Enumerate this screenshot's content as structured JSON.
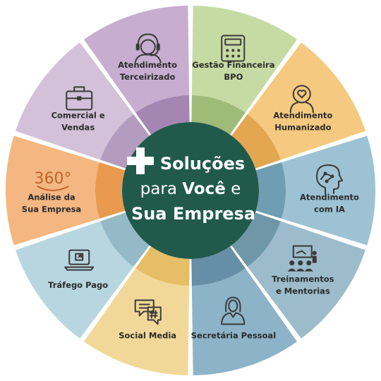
{
  "center": {
    "line1": "Soluções",
    "line2_prefix": "para ",
    "line2_bold": "Você",
    "line2_suffix": " e",
    "line3": "Sua Empresa",
    "color": "#215a4a",
    "plus_color": "#ffffff"
  },
  "segments": [
    {
      "id": "gestao",
      "lines": [
        "Gestão Financeira",
        "BPO"
      ],
      "color": "#c6dba4",
      "inner": "#9fbb78",
      "icon": "calculator-icon"
    },
    {
      "id": "humanizado",
      "lines": [
        "Atendimento",
        "Humanizado"
      ],
      "color": "#f5c97f",
      "inner": "#e3a751",
      "icon": "person-heart-icon"
    },
    {
      "id": "ia",
      "lines": [
        "Atendimento",
        "com IA"
      ],
      "color": "#9cc2d4",
      "inner": "#6f9db2",
      "icon": "ai-head-icon"
    },
    {
      "id": "treinamentos",
      "lines": [
        "Treinamentos",
        "e Mentorias"
      ],
      "color": "#9cbccb",
      "inner": "#6f97a8",
      "icon": "presentation-icon"
    },
    {
      "id": "secretaria",
      "lines": [
        "Secretária Pessoal"
      ],
      "color": "#8db3c8",
      "inner": "#668ea6",
      "icon": "woman-icon"
    },
    {
      "id": "social",
      "lines": [
        "Social Media"
      ],
      "color": "#f2d898",
      "inner": "#e6be67",
      "icon": "chat-hashtag-icon"
    },
    {
      "id": "trafego",
      "lines": [
        "Tráfego Pago"
      ],
      "color": "#b8d6df",
      "inner": "#93bac6",
      "icon": "laptop-click-icon"
    },
    {
      "id": "analise",
      "lines": [
        "Análise da",
        "Sua Empresa"
      ],
      "color": "#f4b781",
      "inner": "#e99a4f",
      "icon": "360-icon",
      "icon_text": "360°"
    },
    {
      "id": "comercial",
      "lines": [
        "Comercial e",
        "Vendas"
      ],
      "color": "#d3c1da",
      "inner": "#b49cbe",
      "icon": "briefcase-icon"
    },
    {
      "id": "terceirizado",
      "lines": [
        "Atendimento",
        "Terceirizado"
      ],
      "color": "#c7aed0",
      "inner": "#a585b2",
      "icon": "headset-icon"
    }
  ]
}
